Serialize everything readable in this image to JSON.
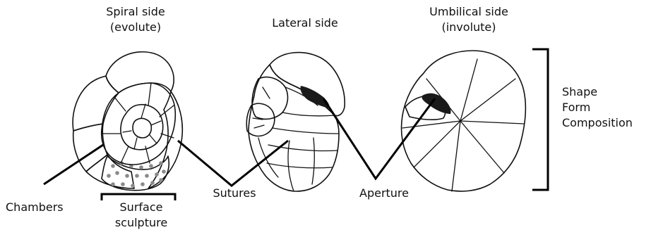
{
  "views": {
    "spiral_line1": "Spiral side",
    "spiral_line2": "(evolute)",
    "lateral": "Lateral side",
    "umbilical_line1": "Umbilical side",
    "umbilical_line2": "(involute)"
  },
  "labels": {
    "chambers": "Chambers",
    "surface_line1": "Surface",
    "surface_line2": "sculpture",
    "sutures": "Sutures",
    "aperture": "Aperture"
  },
  "bracket_items": [
    "Shape",
    "Form",
    "Composition"
  ],
  "colors": {
    "ink": "#111111",
    "dots": "#8a8a8a",
    "background": "#ffffff"
  }
}
